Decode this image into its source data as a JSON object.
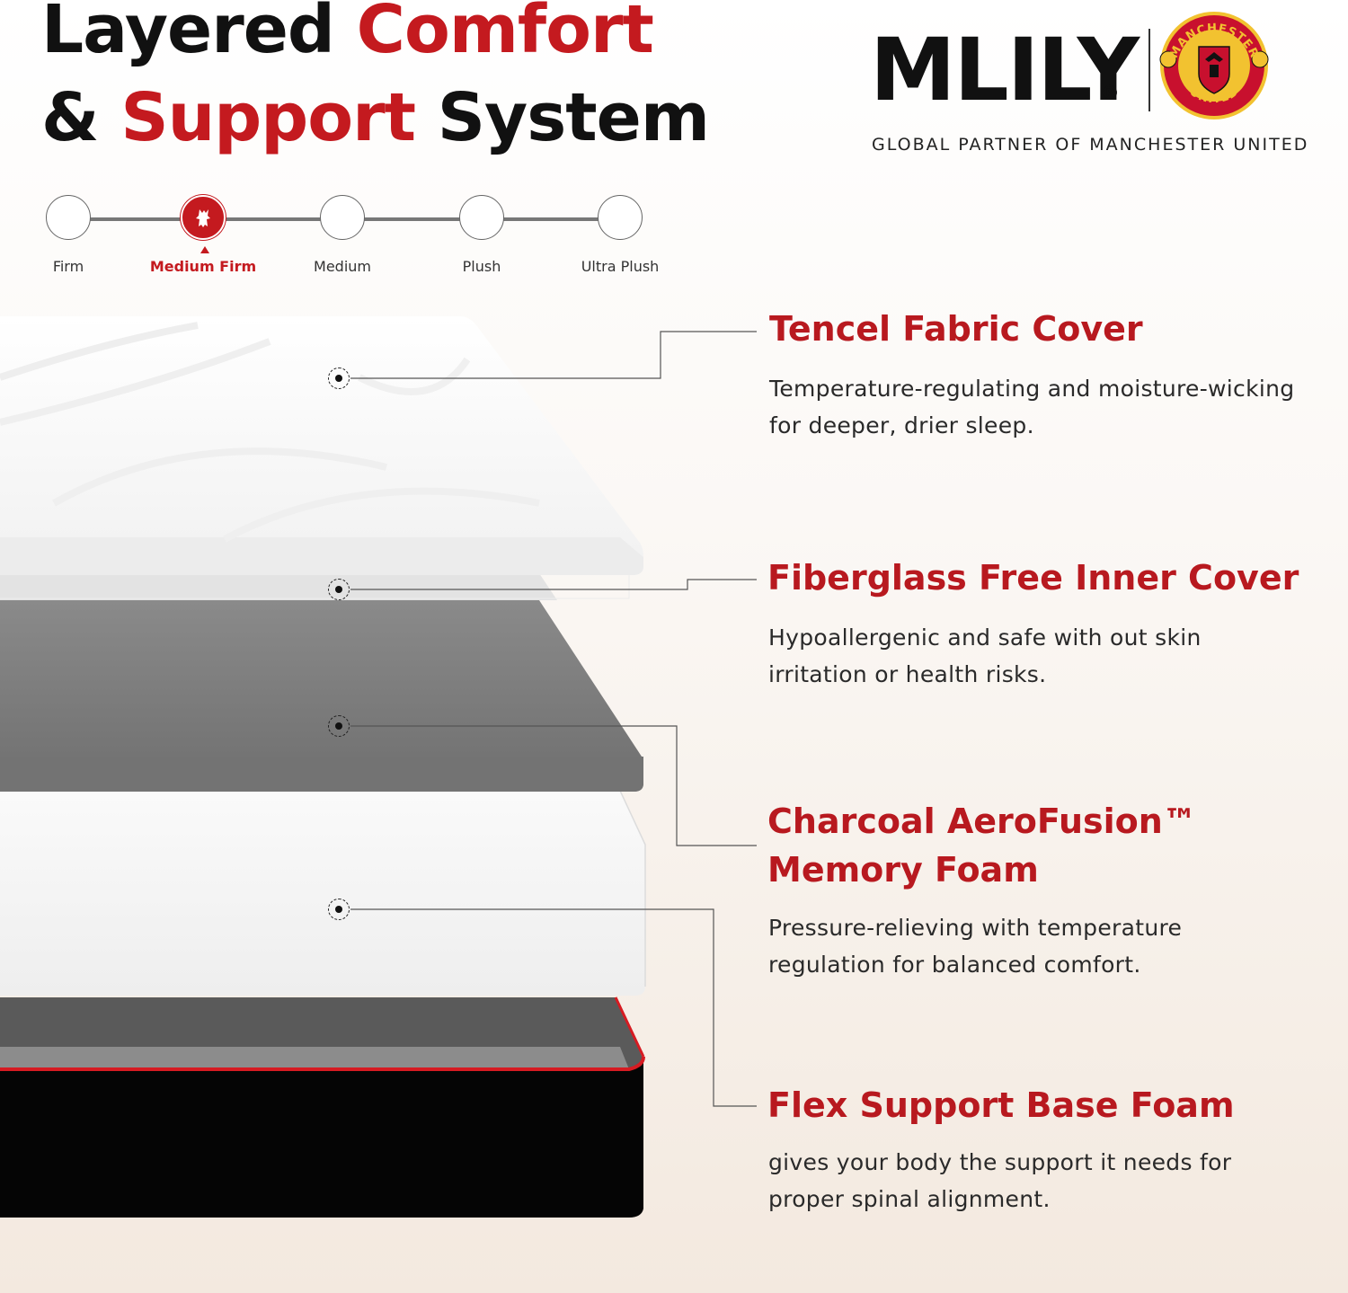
{
  "title": {
    "line1_black": "Layered",
    "line1_red": "Comfort",
    "line2_black_amp": "&",
    "line2_red": "Support",
    "line2_black": "System"
  },
  "brand": {
    "name": "MLILY",
    "registered": "®",
    "tagline": "GLOBAL  PARTNER OF MANCHESTER UNITED",
    "crest_text_top": "MANCHESTER",
    "crest_text_bottom": "UNITED"
  },
  "firmness": {
    "levels": [
      "Firm",
      "Medium Firm",
      "Medium",
      "Plush",
      "Ultra Plush"
    ],
    "selected": "Medium Firm"
  },
  "features": [
    {
      "title": "Tencel Fabric Cover",
      "desc": "Temperature-regulating and moisture-wicking for deeper, drier sleep."
    },
    {
      "title": "Fiberglass Free Inner Cover",
      "desc": "Hypoallergenic and safe with out skin irritation or health risks."
    },
    {
      "title_line1": "Charcoal AeroFusion™",
      "title_line2": "Memory Foam",
      "desc": "Pressure-relieving with temperature regulation for balanced comfort."
    },
    {
      "title": "Flex Support Base Foam",
      "desc": "gives your body the support it needs for proper spinal alignment."
    }
  ],
  "colors": {
    "accent_red": "#c41a1f",
    "heading_red": "#b8191f",
    "charcoal": "#7c7c7c",
    "base_black": "#050505"
  }
}
